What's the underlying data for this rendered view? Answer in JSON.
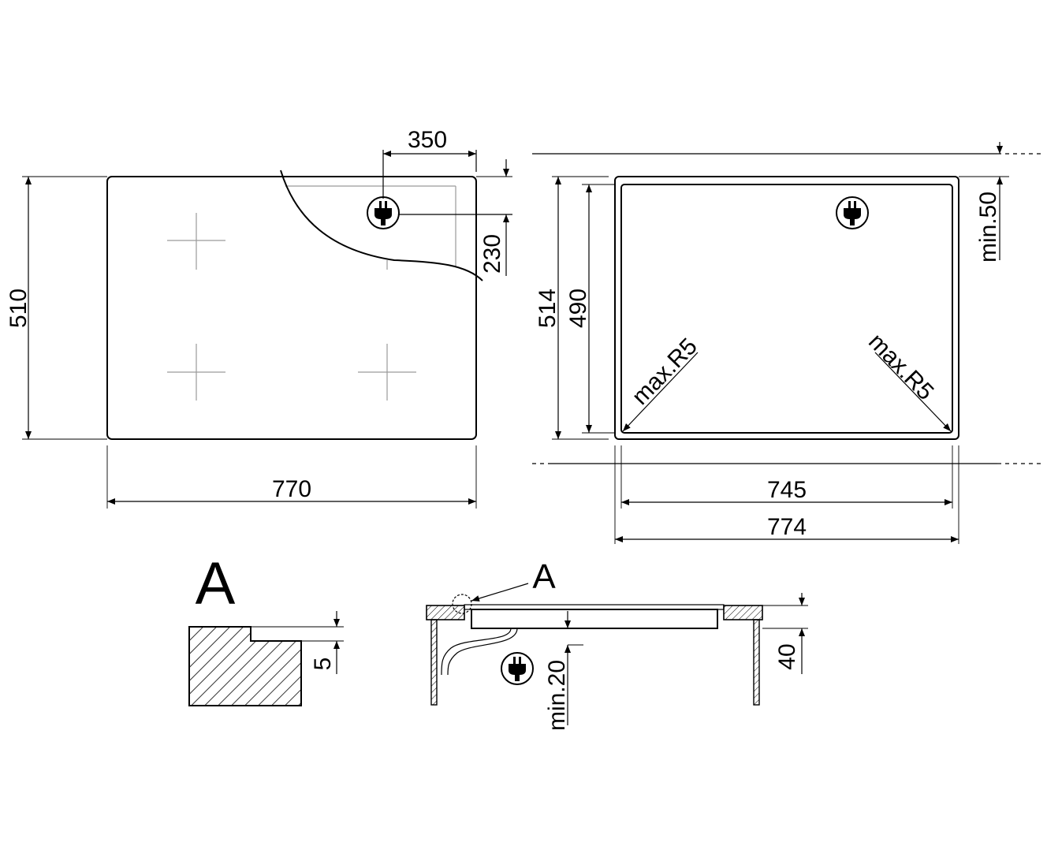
{
  "top_left": {
    "width": "770",
    "depth": "510",
    "plug_offset_x": "350",
    "plug_offset_y": "230"
  },
  "top_right": {
    "cutout_width": "745",
    "outer_width": "774",
    "cutout_depth": "490",
    "outer_depth": "514",
    "min_rear_gap": "min.50",
    "radius_left": "max.R5",
    "radius_right": "max.R5"
  },
  "detail": {
    "label": "A",
    "step_height": "5"
  },
  "section": {
    "callout_label": "A",
    "worktop_thickness": "40",
    "min_clearance": "min.20"
  },
  "icons": [
    "plug-icon"
  ]
}
